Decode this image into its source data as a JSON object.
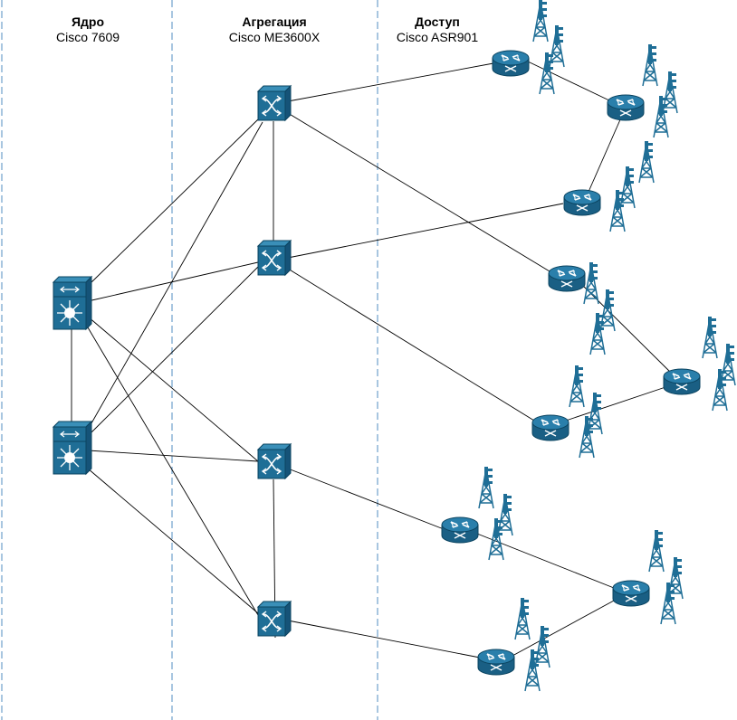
{
  "columns": {
    "core": {
      "name": "Ядро",
      "model": "Cisco 7609"
    },
    "aggregation": {
      "name": "Агрегация",
      "model": "Cisco ME3600X"
    },
    "access": {
      "name": "Доступ",
      "model": "Cisco ASR901"
    }
  },
  "colors": {
    "device_fill": "#1f6e96",
    "device_stroke": "#0b4460",
    "link": "#000000",
    "divider": "#6fa1cc",
    "tower": "#1f6e96"
  },
  "icons": {
    "core": "layer3-switch-icon",
    "aggregation": "workgroup-switch-icon",
    "access": "router-icon",
    "tower": "cell-tower-icon"
  }
}
